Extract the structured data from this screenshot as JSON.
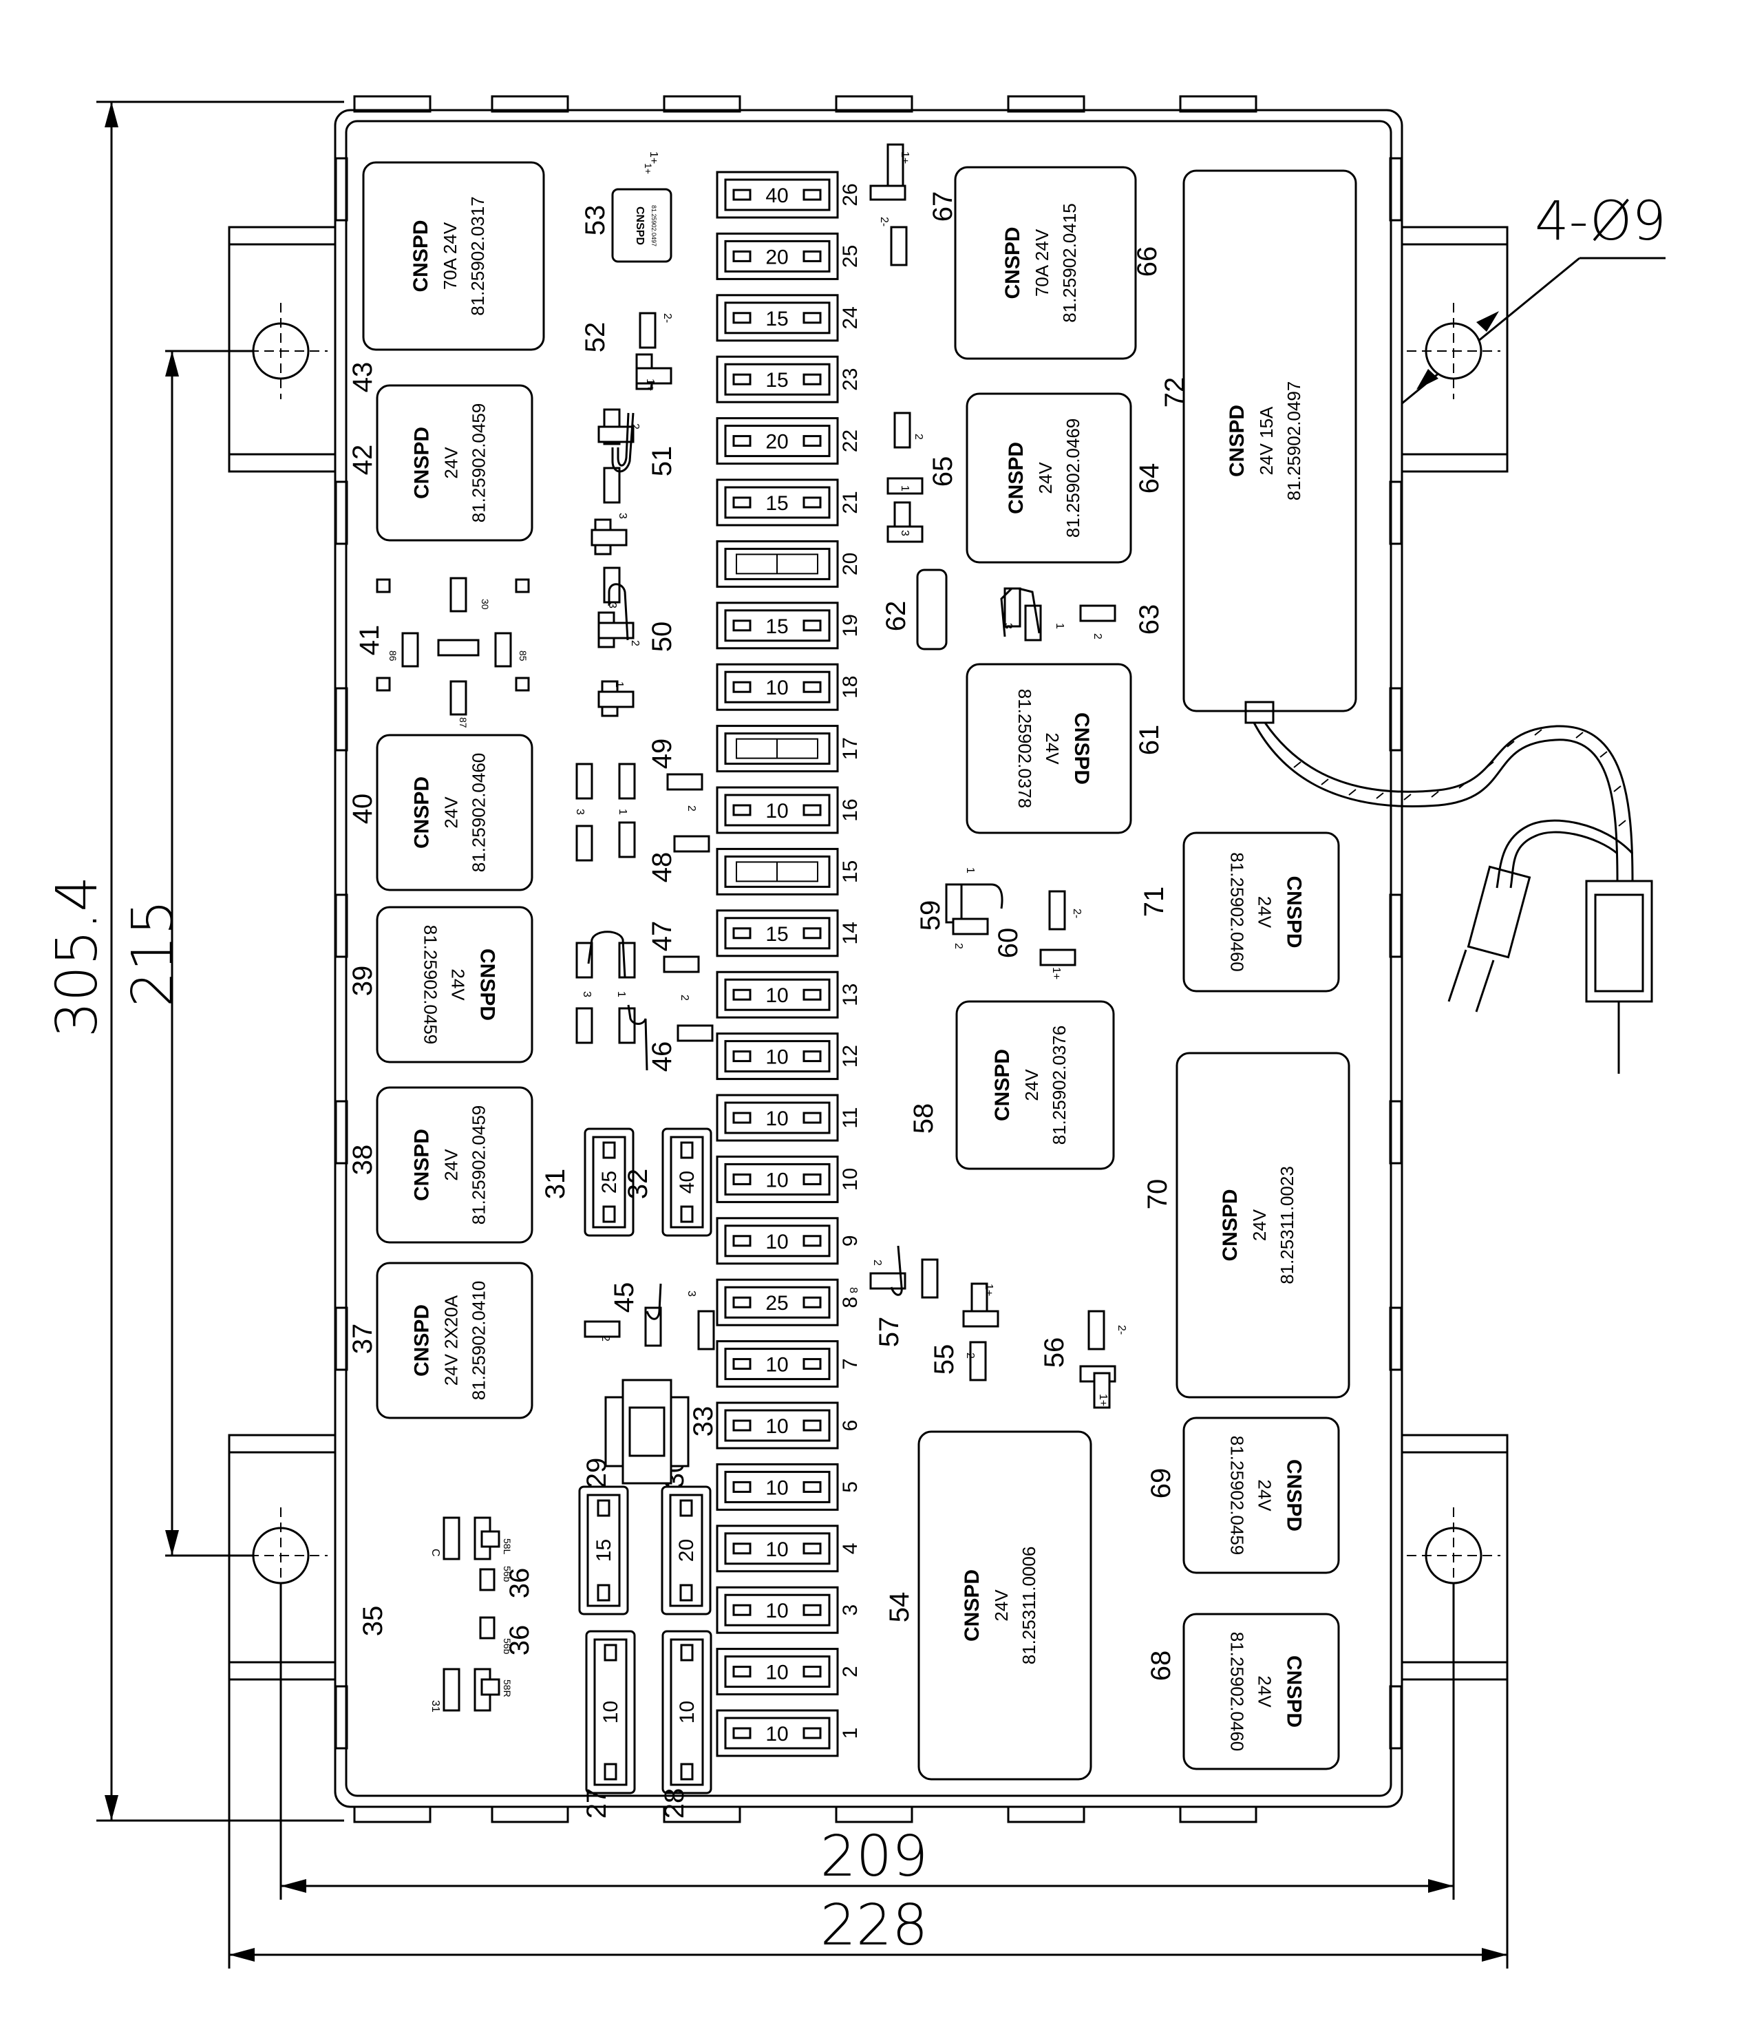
{
  "dimensions": {
    "height_overall": "305.4",
    "height_mount": "215",
    "width_mount": "209",
    "width_overall": "228",
    "hole_spec": "4-Ø9"
  },
  "fuse_column": [
    {
      "pos": "1",
      "rating": "10"
    },
    {
      "pos": "2",
      "rating": "10"
    },
    {
      "pos": "3",
      "rating": "10"
    },
    {
      "pos": "4",
      "rating": "10"
    },
    {
      "pos": "5",
      "rating": "10"
    },
    {
      "pos": "6",
      "rating": "10"
    },
    {
      "pos": "7",
      "rating": "10"
    },
    {
      "pos": "8",
      "rating": "25"
    },
    {
      "pos": "9",
      "rating": "10"
    },
    {
      "pos": "10",
      "rating": "10"
    },
    {
      "pos": "11",
      "rating": "10"
    },
    {
      "pos": "12",
      "rating": "10"
    },
    {
      "pos": "13",
      "rating": "10"
    },
    {
      "pos": "14",
      "rating": "15"
    },
    {
      "pos": "15",
      "rating": ""
    },
    {
      "pos": "16",
      "rating": "10"
    },
    {
      "pos": "17",
      "rating": ""
    },
    {
      "pos": "18",
      "rating": "10"
    },
    {
      "pos": "19",
      "rating": "15"
    },
    {
      "pos": "20",
      "rating": ""
    },
    {
      "pos": "21",
      "rating": "15"
    },
    {
      "pos": "22",
      "rating": "20"
    },
    {
      "pos": "23",
      "rating": "15"
    },
    {
      "pos": "24",
      "rating": "15"
    },
    {
      "pos": "25",
      "rating": "20"
    },
    {
      "pos": "26",
      "rating": "40"
    }
  ],
  "maxi_fuses": [
    {
      "pos": "27",
      "rating": "10"
    },
    {
      "pos": "28",
      "rating": "10"
    },
    {
      "pos": "29",
      "rating": "15"
    },
    {
      "pos": "30",
      "rating": "20"
    },
    {
      "pos": "31",
      "rating": "25"
    },
    {
      "pos": "32",
      "rating": "40"
    }
  ],
  "relays": [
    {
      "pos": "37",
      "brand": "CNSPD",
      "l1": "24V 2X20A",
      "l2": "81.25902.0410"
    },
    {
      "pos": "38",
      "brand": "CNSPD",
      "l1": "24V",
      "l2": "81.25902.0459"
    },
    {
      "pos": "39",
      "brand": "CNSPD",
      "l1": "24V",
      "l2": "81.25902.0459"
    },
    {
      "pos": "40",
      "brand": "CNSPD",
      "l1": "24V",
      "l2": "81.25902.0460"
    },
    {
      "pos": "42",
      "brand": "CNSPD",
      "l1": "24V",
      "l2": "81.25902.0459"
    },
    {
      "pos": "43",
      "brand": "CNSPD",
      "l1": "70A 24V",
      "l2": "81.25902.0317"
    },
    {
      "pos": "54",
      "brand": "CNSPD",
      "l1": "24V",
      "l2": "81.25311.0006"
    },
    {
      "pos": "58",
      "brand": "CNSPD",
      "l1": "24V",
      "l2": "81.25902.0376"
    },
    {
      "pos": "61",
      "brand": "CNSPD",
      "l1": "24V",
      "l2": "81.25902.0378"
    },
    {
      "pos": "64",
      "brand": "CNSPD",
      "l1": "24V",
      "l2": "81.25902.0469"
    },
    {
      "pos": "66",
      "brand": "CNSPD",
      "l1": "70A 24V",
      "l2": "81.25902.0415"
    },
    {
      "pos": "68",
      "brand": "CNSPD",
      "l1": "24V",
      "l2": "81.25902.0460"
    },
    {
      "pos": "69",
      "brand": "CNSPD",
      "l1": "24V",
      "l2": "81.25902.0459"
    },
    {
      "pos": "70",
      "brand": "CNSPD",
      "l1": "24V",
      "l2": "81.25311.0023"
    },
    {
      "pos": "71",
      "brand": "CNSPD",
      "l1": "24V",
      "l2": "81.25902.0460"
    },
    {
      "pos": "72",
      "brand": "CNSPD",
      "l1": "24V 15A",
      "l2": "81.25902.0497"
    }
  ],
  "module_53": {
    "pos": "53",
    "brand": "CNSPD",
    "part": "81.25902.0497",
    "pin": "1+"
  },
  "position_labels": {
    "p33": "33",
    "p35": "35",
    "p36a": "36",
    "p36b": "36",
    "p41": "41",
    "p45": "45",
    "p46": "46",
    "p47": "47",
    "p48": "48",
    "p49": "49",
    "p50": "50",
    "p51": "51",
    "p52": "52",
    "p55": "55",
    "p56": "56",
    "p57": "57",
    "p59": "59",
    "p60": "60",
    "p62": "62",
    "p63": "63",
    "p65": "65",
    "p67": "67"
  },
  "pin_labels": {
    "one": "1",
    "two": "2",
    "three": "3",
    "plus1": "1+",
    "minus2": "2-",
    "r30": "30",
    "r85": "85",
    "r86": "86",
    "r87": "87",
    "p56b": "56b",
    "p58L": "58L",
    "p58R": "58R",
    "p31": "31",
    "pc": "C",
    "p8": "8"
  }
}
